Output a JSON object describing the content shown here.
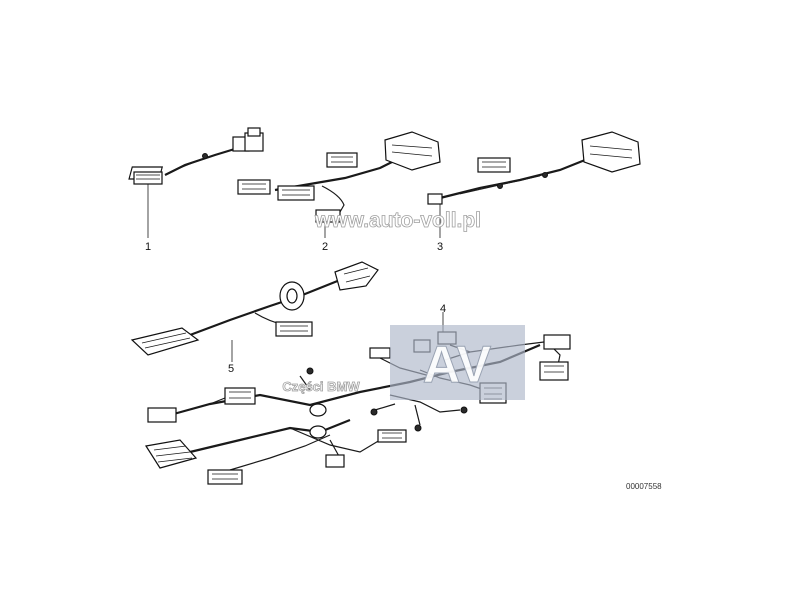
{
  "callouts": [
    "1",
    "2",
    "3",
    "4",
    "5"
  ],
  "watermark_site": "www.auto-voll.pl",
  "watermark_logo": "AV",
  "watermark_parts": "Części BMW",
  "reference_number": "00007558",
  "colors": {
    "line": "#1a1a1a",
    "watermark_box": "#aeb7c9"
  }
}
